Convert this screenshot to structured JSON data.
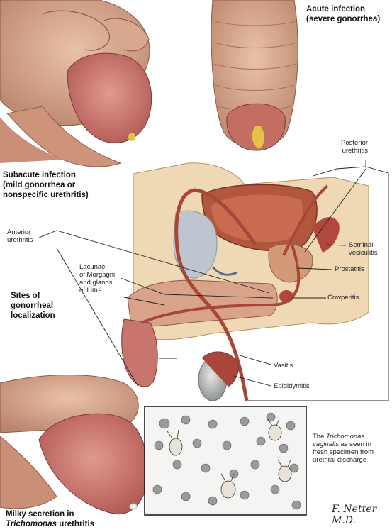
{
  "labels": {
    "acute": [
      "Acute infection",
      "(severe gonorrhea)"
    ],
    "subacute": [
      "Subacute infection",
      "(mild gonorrhea or",
      "nonspecific urethritis)"
    ],
    "sites": [
      "Sites of",
      "gonorrheal",
      "localization"
    ],
    "milky_prefix": "Milky secretion in",
    "milky_italic": "Trichomonas",
    "milky_suffix": "urethritis",
    "posterior": [
      "Posterior",
      "urethritis"
    ],
    "anterior": [
      "Anterior",
      "urethritis"
    ],
    "lacunae": [
      "Lacunae",
      "of Morgagni",
      "and glands",
      "of Littré"
    ],
    "seminal": [
      "Seminal",
      "vesiculitis"
    ],
    "prostatitis": "Prostatitis",
    "cowperitis": "Cowperitis",
    "vasitis": "Vasitis",
    "epididymitis": "Epididymitis",
    "trich_the": "The",
    "trich_italic": "Trichomonas",
    "trich_italic2": "vaginalis",
    "trich_rest1": "as seen in",
    "trich_rest2": "fresh specimen from",
    "trich_rest3": "urethral discharge",
    "signature": "F. Netter M.D."
  },
  "colors": {
    "skin": "#d9a38a",
    "glans": "#c9706a",
    "tissue": "#e8c79a",
    "bladder": "#b0573e",
    "urethra": "#a9463a",
    "bone": "#c9cdd6",
    "line": "#222222"
  }
}
